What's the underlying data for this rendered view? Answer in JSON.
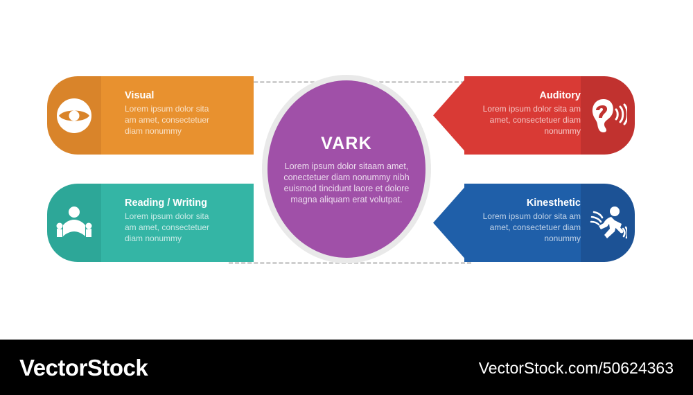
{
  "center": {
    "title": "VARK",
    "description": "Lorem ipsum dolor sitaam amet, conectetuer diam nonummy nibh euismod tincidunt laore et dolore magna aliquam erat volutpat.",
    "color": "#a050a8",
    "ring_color": "#e9e9e9"
  },
  "connector": {
    "color": "#cfcfcf",
    "style": "dashed"
  },
  "panels": [
    {
      "id": "visual",
      "title": "Visual",
      "description": "Lorem ipsum dolor sita am amet, consectetuer diam nonummy",
      "icon": "eye-icon",
      "color": "#e8912f",
      "icon_block_color": "#d9842a",
      "side": "left",
      "row": "top"
    },
    {
      "id": "reading-writing",
      "title": "Reading / Writing",
      "description": "Lorem ipsum dolor sita am amet, consectetuer diam nonummy",
      "icon": "person-reading-book-icon",
      "color": "#34b5a5",
      "icon_block_color": "#2da798",
      "side": "left",
      "row": "bottom"
    },
    {
      "id": "auditory",
      "title": "Auditory",
      "description": "Lorem ipsum dolor sita am amet, consectetuer diam nonummy",
      "icon": "ear-sound-icon",
      "color": "#d93a35",
      "icon_block_color": "#c1322f",
      "side": "right",
      "row": "top"
    },
    {
      "id": "kinesthetic",
      "title": "Kinesthetic",
      "description": "Lorem ipsum dolor sita am amet, consectetuer diam nonummy",
      "icon": "running-person-icon",
      "color": "#1f5fa9",
      "icon_block_color": "#1c5295",
      "side": "right",
      "row": "bottom"
    }
  ],
  "watermark": {
    "logo": "VectorStock",
    "url": "VectorStock.com/50624363",
    "background": "#000000"
  }
}
